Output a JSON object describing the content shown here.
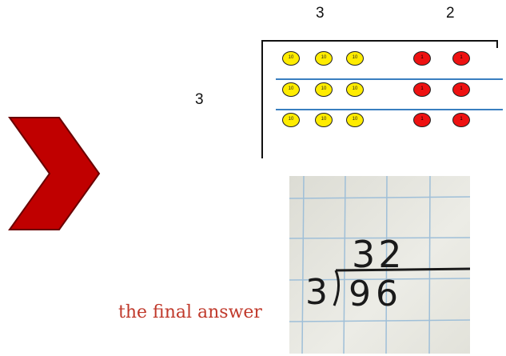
{
  "headers": {
    "tens_column": "3",
    "ones_column": "2",
    "groups": "3"
  },
  "board": {
    "rows": [
      {
        "tens": [
          "10",
          "10",
          "10"
        ],
        "ones": [
          "1",
          "1"
        ]
      },
      {
        "tens": [
          "10",
          "10",
          "10"
        ],
        "ones": [
          "1",
          "1"
        ]
      },
      {
        "tens": [
          "10",
          "10",
          "10"
        ],
        "ones": [
          "1",
          "1"
        ]
      }
    ],
    "colors": {
      "ten_disc": "#ffec00",
      "one_disc": "#ee1111",
      "divider": "#3a7fc0"
    }
  },
  "caption": "the final answer",
  "handwritten": {
    "quotient": "32",
    "divisor": "3",
    "dividend": "96"
  },
  "arrow": {
    "color": "#c00000",
    "icon": "chevron-right-icon"
  }
}
